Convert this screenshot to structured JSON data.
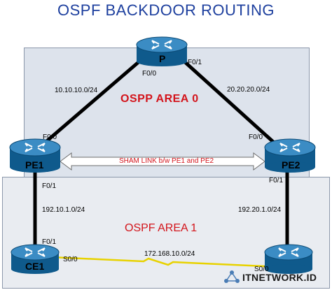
{
  "title": "OSPF BACKDOOR ROUTING",
  "areas": {
    "area0": "OSPP AREA 0",
    "area1": "OSPF AREA 1"
  },
  "routers": {
    "p": "P",
    "pe1": "PE1",
    "pe2": "PE2",
    "ce1": "CE1"
  },
  "interfaces": {
    "p_f00": "F0/0",
    "p_f01": "F0/1",
    "pe1_f00": "F0/0",
    "pe1_f01": "F0/1",
    "pe2_f00": "F0/0",
    "pe2_f01": "F0/1",
    "ce1_f01": "F0/1",
    "ce1_s00": "S0/0",
    "ce2_s00": "S0/0"
  },
  "subnets": {
    "p_pe1": "10.10.10.0/24",
    "p_pe2": "20.20.20.0/24",
    "pe1_ce1": "192.10.1.0/24",
    "pe2_ce2": "192.20.1.0/24",
    "ce1_ce2": "172.168.10.0/24"
  },
  "sham_link": "SHAM  LINK b/w PE1 and PE2",
  "watermark": "ITNETWORK.ID",
  "colors": {
    "title": "#1d3f9e",
    "area_label": "#d3141b",
    "ethernet_link": "#000000",
    "serial_link": "#e8d200",
    "router_body": "#1b6fa8"
  }
}
